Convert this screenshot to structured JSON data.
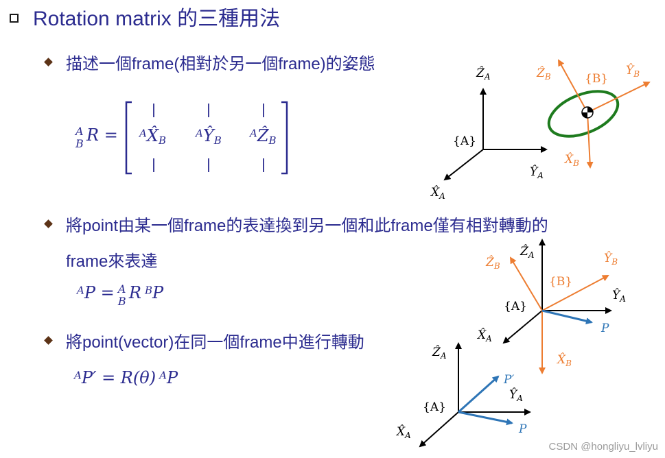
{
  "title": "Rotation matrix 的三種用法",
  "bullets": {
    "b1": "描述一個frame(相對於另一個frame)的姿態",
    "b2_line1": "將point由某一個frame的表達換到另一個和此frame僅有相對轉動的",
    "b2_line2": "frame來表達",
    "b3": "將point(vector)在同一個frame中進行轉動"
  },
  "math": {
    "eq1_sup": "A",
    "eq1_sub": "B",
    "eq1_lhs": "R =",
    "col1_sup": "A",
    "col1": "X̂",
    "col1_sub": "B",
    "col2_sup": "A",
    "col2": "Ŷ",
    "col2_sub": "B",
    "col3_sup": "A",
    "col3": "Ẑ",
    "col3_sub": "B",
    "eq2_sup1": "A",
    "eq2_p": "P =",
    "eq2_sup2": "A",
    "eq2_sub2": "B",
    "eq2_r": "R",
    "eq2_sup3": "B",
    "eq2_p2": "P",
    "eq3_sup1": "A",
    "eq3_lhs": "P′ = R(θ)",
    "eq3_sup2": "A",
    "eq3_p": "P"
  },
  "diagram1": {
    "za": "Ẑ",
    "za_sub": "A",
    "ya": "Ŷ",
    "ya_sub": "A",
    "xa": "X̂",
    "xa_sub": "A",
    "frame_a": "{A}",
    "zb": "Ẑ",
    "zb_sub": "B",
    "yb": "Ŷ",
    "yb_sub": "B",
    "xb": "X̂",
    "xb_sub": "B",
    "frame_b": "{B}"
  },
  "diagram2": {
    "za": "Ẑ",
    "za_sub": "A",
    "ya": "Ŷ",
    "ya_sub": "A",
    "xa": "X̂",
    "xa_sub": "A",
    "frame_a": "{A}",
    "zb": "Ẑ",
    "zb_sub": "B",
    "yb": "Ŷ",
    "yb_sub": "B",
    "xb": "X̂",
    "xb_sub": "B",
    "frame_b": "{B}",
    "p": "P"
  },
  "diagram3": {
    "za": "Ẑ",
    "za_sub": "A",
    "ya": "Ŷ",
    "ya_sub": "A",
    "xa": "X̂",
    "xa_sub": "A",
    "frame_a": "{A}",
    "p": "P",
    "pprime": "P′"
  },
  "colors": {
    "text": "#2b2b8f",
    "frame_a": "#000000",
    "frame_b": "#ed7d31",
    "vector": "#2e75b6",
    "ellipse": "#1e7b1e"
  },
  "watermark": "CSDN @hongliyu_lvliyu"
}
